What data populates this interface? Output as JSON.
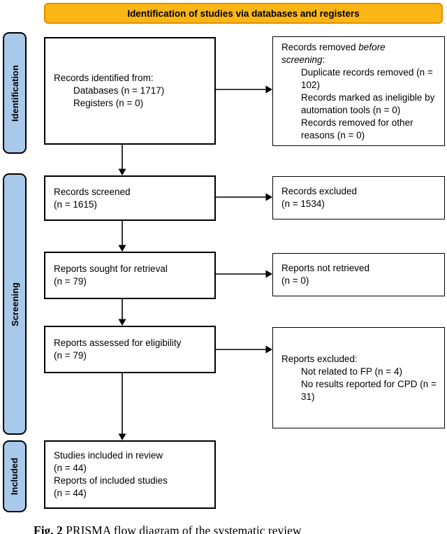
{
  "banner": {
    "label": "Identification of studies via databases and registers"
  },
  "stages": {
    "identification": "Identification",
    "screening": "Screening",
    "included": "Included"
  },
  "flow": {
    "records_identified": {
      "title": "Records identified from:",
      "items": [
        "Databases (n = 1717)",
        "Registers (n = 0)"
      ]
    },
    "records_removed": {
      "title_normal": "Records removed ",
      "title_italic": "before screening",
      "title_suffix": ":",
      "items": [
        "Duplicate records removed (n = 102)",
        "Records marked as ineligible by automation tools (n = 0)",
        "Records removed for other reasons (n = 0)"
      ]
    },
    "records_screened": {
      "line1": "Records screened",
      "line2": "(n = 1615)"
    },
    "records_excluded": {
      "line1": "Records excluded",
      "line2": "(n = 1534)"
    },
    "reports_sought": {
      "line1": "Reports sought for retrieval",
      "line2": "(n = 79)"
    },
    "reports_not_retrieved": {
      "line1": "Reports not retrieved",
      "line2": "(n = 0)"
    },
    "reports_assessed": {
      "line1": "Reports assessed for eligibility",
      "line2": "(n = 79)"
    },
    "reports_excluded": {
      "title": "Reports excluded:",
      "items": [
        "Not related to FP (n = 4)",
        "No results reported for CPD (n = 31)"
      ]
    },
    "studies_included": {
      "lines": [
        "Studies included in review",
        "(n = 44)",
        "Reports of included studies",
        "(n = 44)"
      ]
    }
  },
  "caption": {
    "prefix": "Fig. 2",
    "text": "PRISMA flow diagram of the systematic review"
  },
  "colors": {
    "banner_fill": "#FBB615",
    "banner_border": "#E08F00",
    "stage_fill": "#A9C9EA",
    "box_border": "#000000"
  }
}
